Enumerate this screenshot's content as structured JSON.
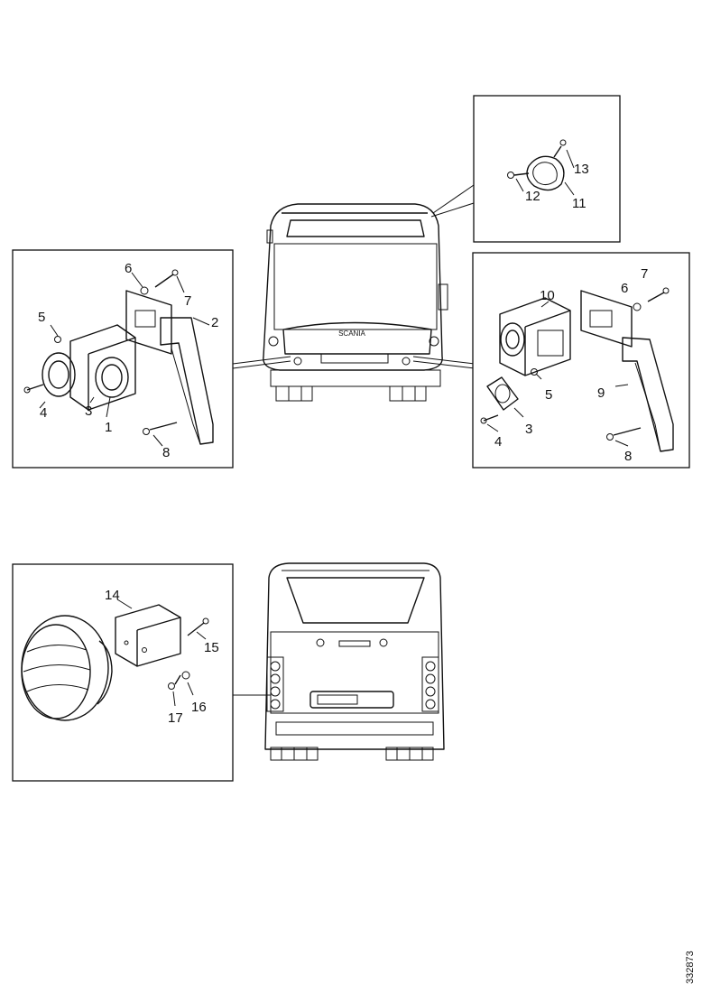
{
  "callouts": {
    "front_left": {
      "p1": "1",
      "p2": "2",
      "p3": "3",
      "p4": "4",
      "p5": "5",
      "p6": "6",
      "p7": "7",
      "p8": "8"
    },
    "front_right": {
      "p10": "10",
      "p7": "7",
      "p6": "6",
      "p5": "5",
      "p9": "9",
      "p3": "3",
      "p4": "4",
      "p8": "8"
    },
    "roof": {
      "p13": "13",
      "p12": "12",
      "p11": "11"
    },
    "rear": {
      "p14": "14",
      "p15": "15",
      "p16": "16",
      "p17": "17"
    }
  },
  "bus_badge": "SCANIA",
  "document_number": "332873"
}
